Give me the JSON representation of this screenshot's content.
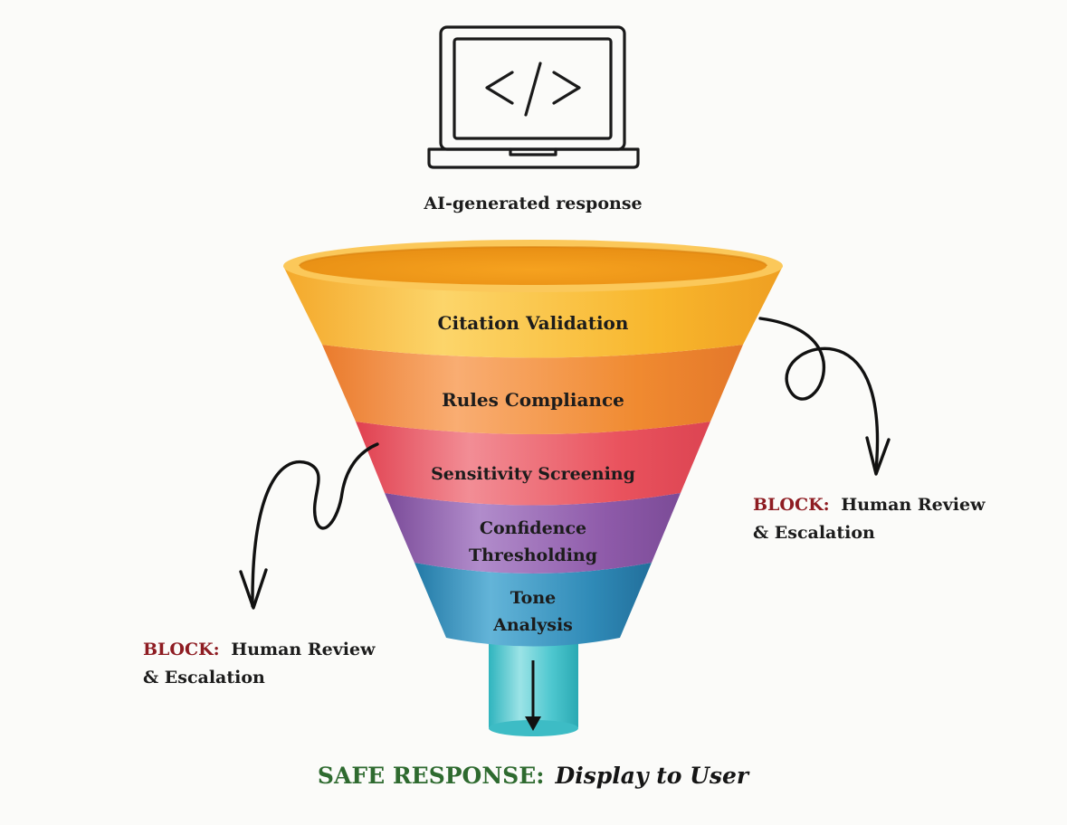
{
  "source": {
    "label": "AI-generated response",
    "icon": "laptop-code-icon"
  },
  "filters": [
    {
      "label_lines": [
        "Citation Validation"
      ],
      "color": "#f8b72d"
    },
    {
      "label_lines": [
        "Rules Compliance"
      ],
      "color": "#f0872e"
    },
    {
      "label_lines": [
        "Sensitivity Screening"
      ],
      "color": "#e8505c"
    },
    {
      "label_lines": [
        "Confidence",
        "Thresholding"
      ],
      "color": "#8c59a8"
    },
    {
      "label_lines": [
        "Tone",
        "Analysis"
      ],
      "color": "#2e89b5"
    }
  ],
  "spout_color": "#4ec7cf",
  "block_left": {
    "keyword": "BLOCK:",
    "text_line1": "Human Review",
    "text_line2": "& Escalation"
  },
  "block_right": {
    "keyword": "BLOCK:",
    "text_line1": "Human Review",
    "text_line2": "& Escalation"
  },
  "output": {
    "keyword": "SAFE RESPONSE:",
    "text": "Display to User"
  },
  "colors": {
    "block_red": "#8e1c22",
    "safe_green": "#2e6a2f"
  }
}
